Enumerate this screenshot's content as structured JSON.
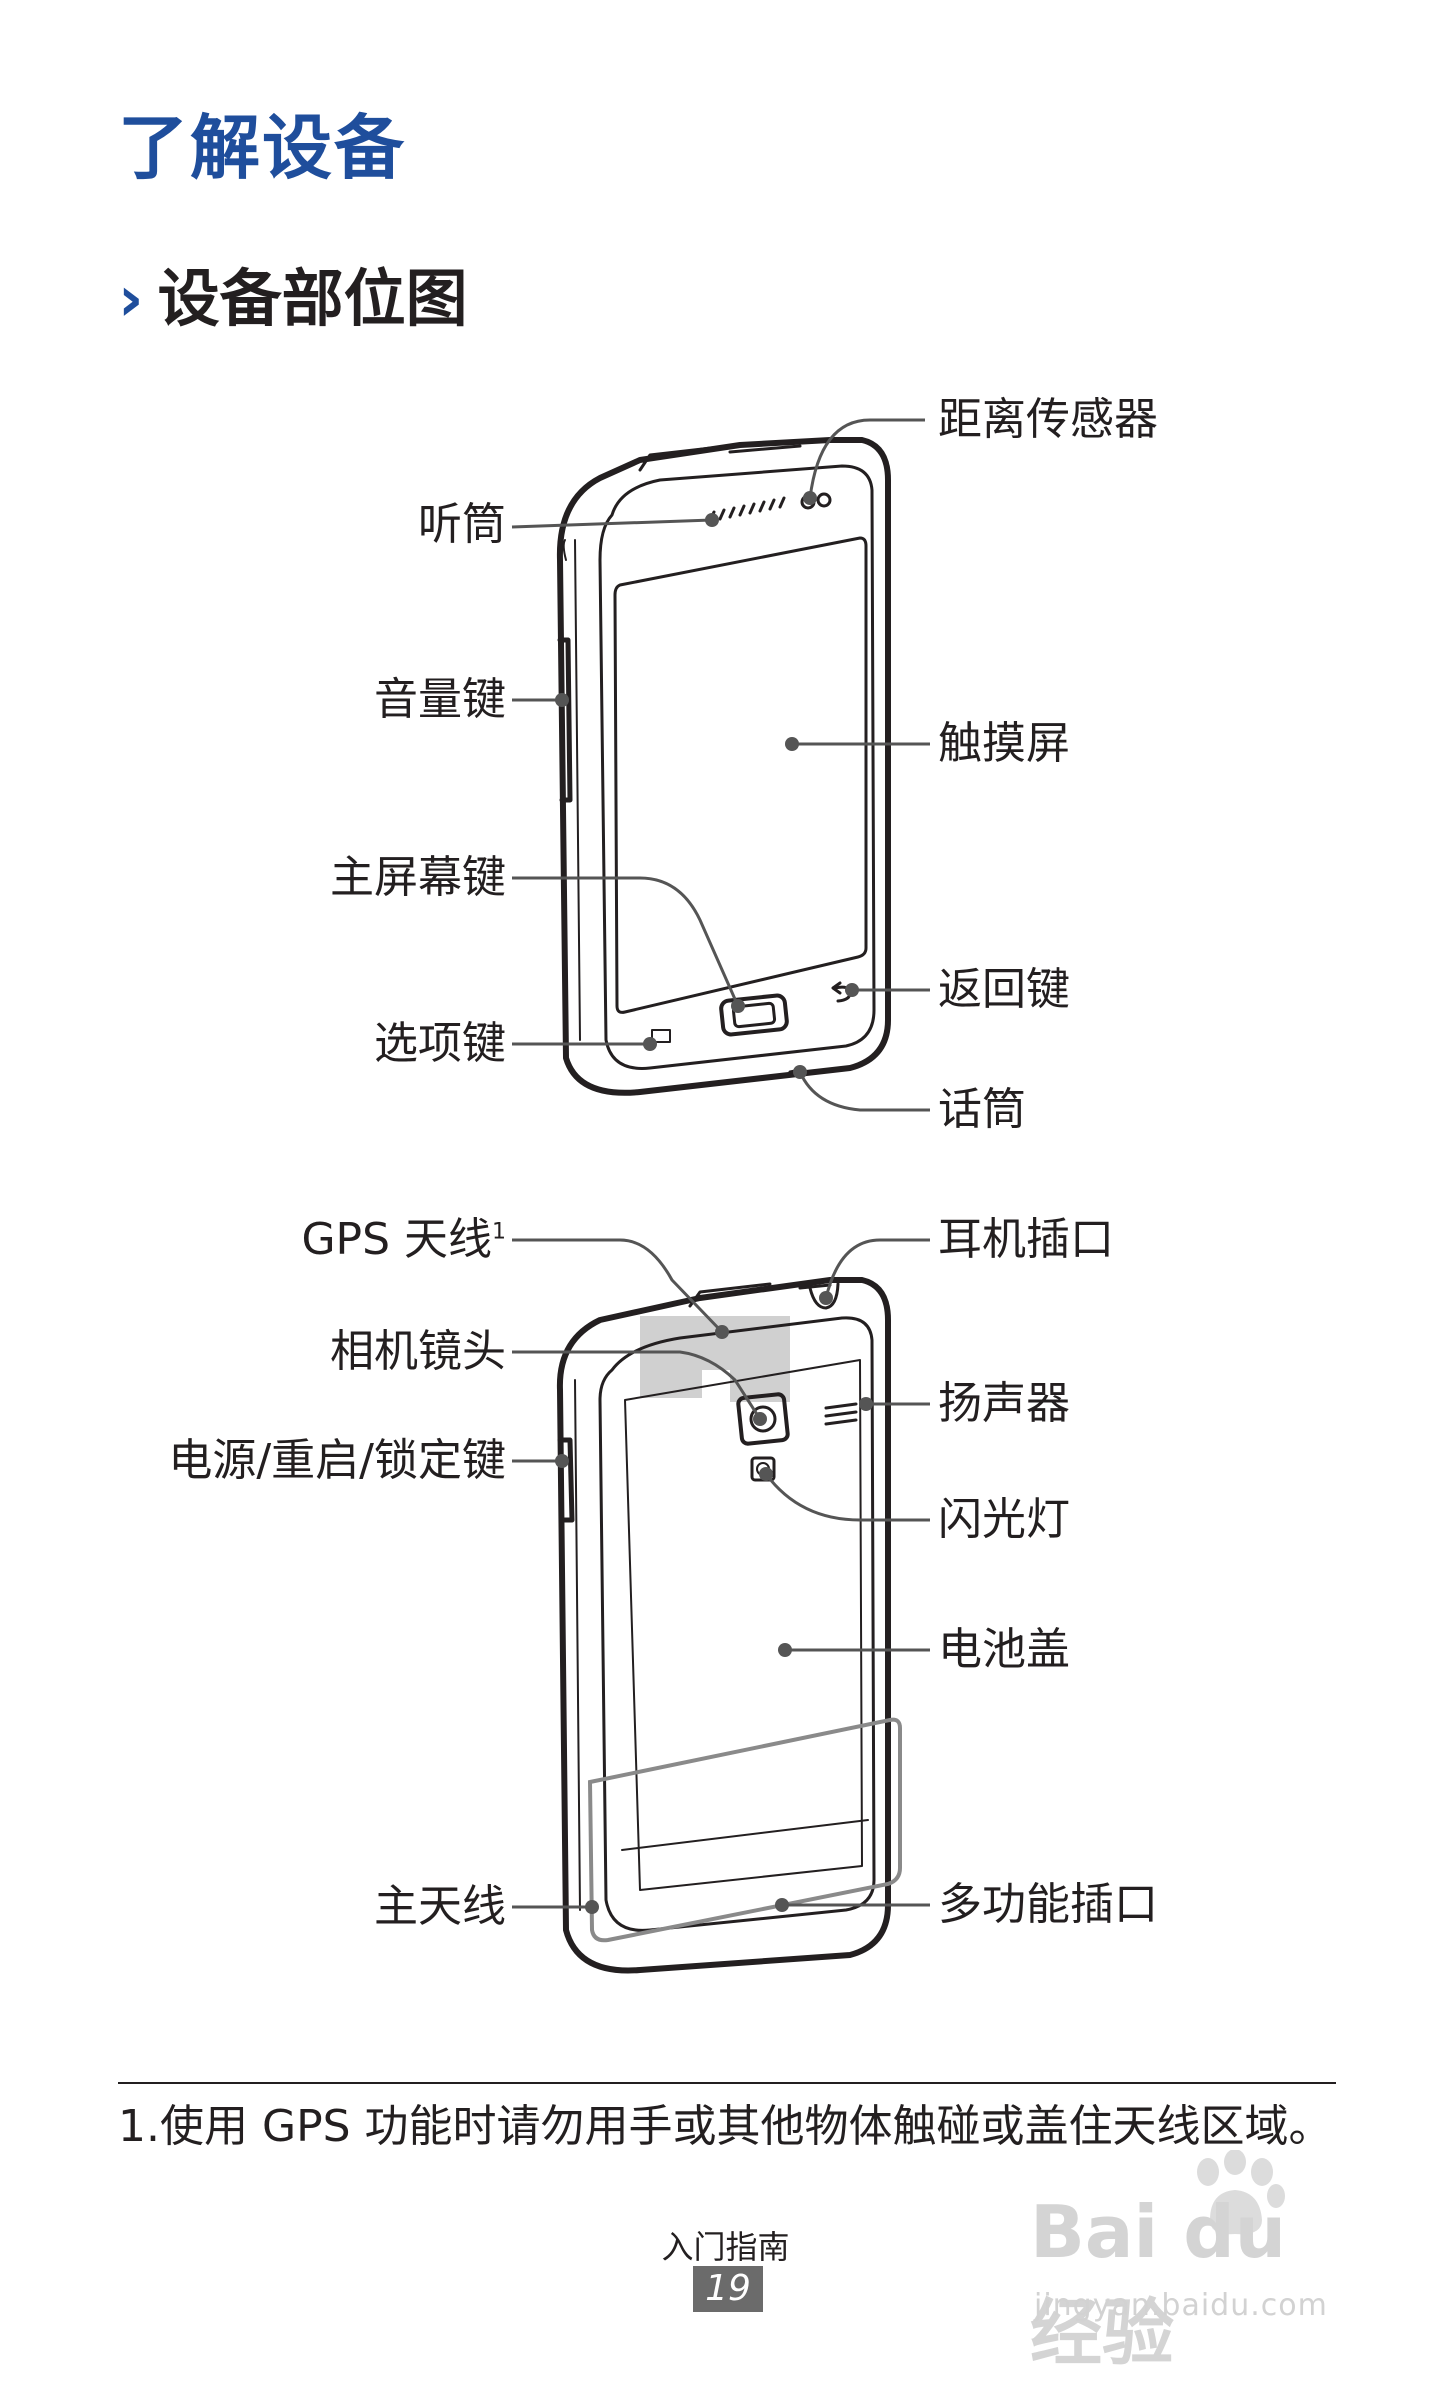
{
  "page": {
    "title": "了解设备",
    "section_title": "设备部位图",
    "section_chevron": "›"
  },
  "front_labels": {
    "proximity_sensor": "距离传感器",
    "earpiece": "听筒",
    "volume_key": "音量键",
    "touch_screen": "触摸屏",
    "home_key": "主屏幕键",
    "back_key": "返回键",
    "menu_key": "选项键",
    "microphone": "话筒"
  },
  "back_labels": {
    "gps_antenna": "GPS 天线",
    "gps_antenna_footnote_ref": "1",
    "headset_jack": "耳机插口",
    "camera_lens": "相机镜头",
    "speaker": "扬声器",
    "power_key": "电源/重启/锁定键",
    "flash": "闪光灯",
    "battery_cover": "电池盖",
    "main_antenna": "主天线",
    "multifunction_jack": "多功能插口"
  },
  "footnote": {
    "number": "1.",
    "text": "使用 GPS 功能时请勿用手或其他物体触碰或盖住天线区域。"
  },
  "footer": {
    "section_name": "入门指南",
    "page_number": "19"
  },
  "watermark": {
    "brand": "Bai du 经验",
    "url": "jingyan.baidu.com"
  },
  "colors": {
    "title_blue": "#1f4e9c",
    "text": "#231f20",
    "antenna_gray": "#d0d0d0",
    "callout_gray": "#555555"
  }
}
